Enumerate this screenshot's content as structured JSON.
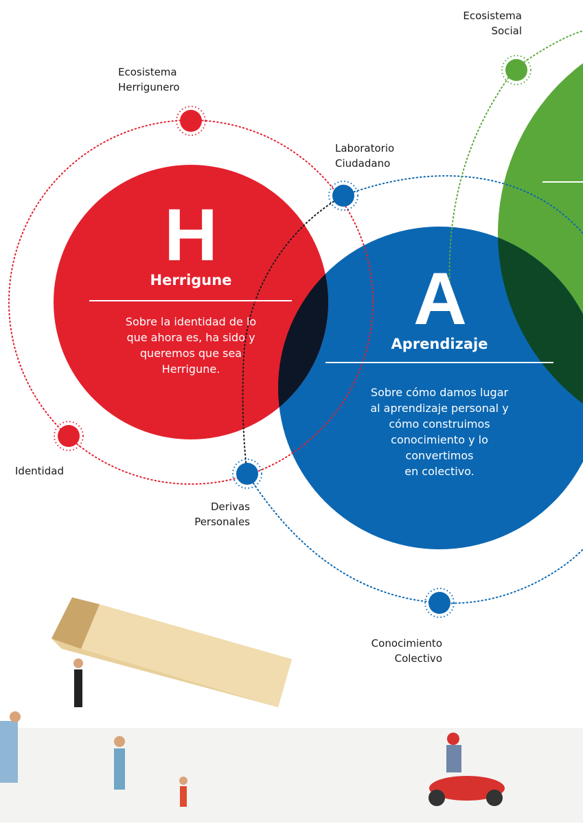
{
  "colors": {
    "red": "#e3212d",
    "blue": "#0b67b2",
    "green": "#5aa83a",
    "overlap_red_blue": "#0c1626",
    "overlap_blue_green": "#0d4726",
    "dot_red": "#e3212d",
    "dot_blue": "#0b67b2",
    "dot_green": "#5aa83a"
  },
  "herrigune": {
    "letter": "H",
    "title": "Herrigune",
    "description": [
      "Sobre la identidad de lo",
      "que ahora es, ha sido y",
      "queremos que sea",
      "Herrigune."
    ]
  },
  "aprendizaje": {
    "letter": "A",
    "title": "Aprendizaje",
    "description": [
      "Sobre cómo damos lugar",
      "al aprendizaje personal y",
      "cómo construimos",
      "conocimiento y lo",
      "convertimos",
      "en colectivo."
    ]
  },
  "nodes": {
    "ecosistema_social": [
      "Ecosistema",
      "Social"
    ],
    "ecosistema_herrigunero": [
      "Ecosistema",
      "Herrigunero"
    ],
    "laboratorio_ciudadano": [
      "Laboratorio",
      "Ciudadano"
    ],
    "identidad": [
      "Identidad"
    ],
    "derivas_personales": [
      "Derivas",
      "Personales"
    ],
    "conocimiento_colectivo": [
      "Conocimiento",
      "Colectivo"
    ]
  }
}
